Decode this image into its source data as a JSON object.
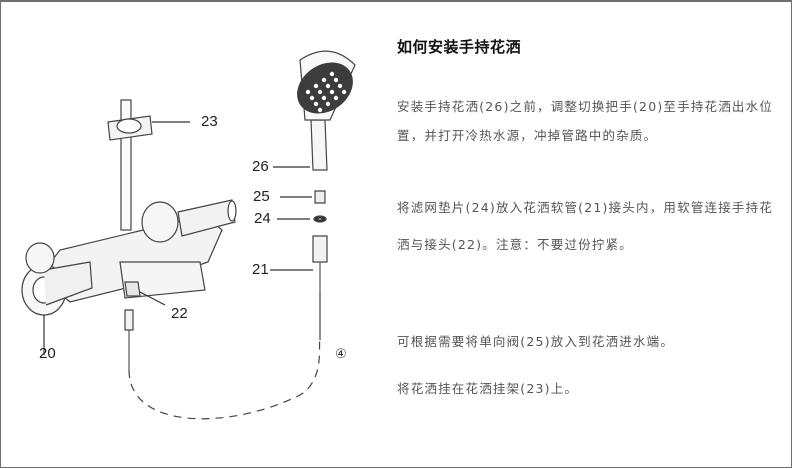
{
  "diagram": {
    "callouts": [
      "23",
      "26",
      "25",
      "24",
      "21",
      "22",
      "20"
    ],
    "step_marker": "④"
  },
  "instructions": {
    "title": "如何安装手持花洒",
    "paragraphs": [
      "安装手持花洒(26)之前，调整切换把手(20)至手持花洒出水位置，并打开冷热水源，冲掉管路中的杂质。",
      "将滤网垫片(24)放入花洒软管(21)接头内，用软管连接手持花洒与接头(22)。注意：不要过份拧紧。",
      "可根据需要将单向阀(25)放入到花洒进水端。",
      "将花洒挂在花洒挂架(23)上。"
    ]
  }
}
